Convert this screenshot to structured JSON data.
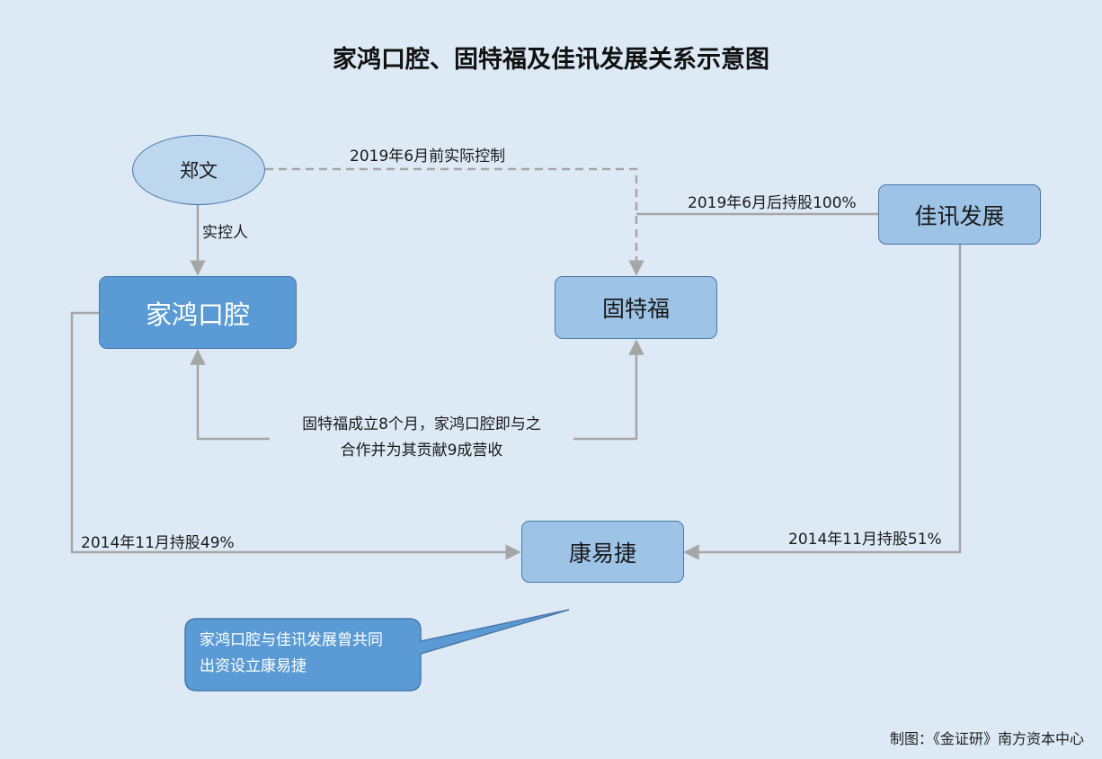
{
  "title": "家鸿口腔、固特福及佳讯发展关系示意图",
  "nodes": {
    "zhengwen": "郑文",
    "jiahong": "家鸿口腔",
    "gutefu": "固特福",
    "jiaxun": "佳讯发展",
    "kangyijie": "康易捷"
  },
  "edges": {
    "actual_controller": "实控人",
    "before_2019": "2019年6月前实际控制",
    "after_2019": "2019年6月后持股100%",
    "cooperation_line1": "固特福成立8个月，家鸿口腔即与之",
    "cooperation_line2": "合作并为其贡献9成营收",
    "stake_49": "2014年11月持股49%",
    "stake_51": "2014年11月持股51%"
  },
  "callout": {
    "line1": "家鸿口腔与佳讯发展曾共同",
    "line2": "出资设立康易捷"
  },
  "credit": "制图：《金证研》南方资本中心",
  "colors": {
    "background": "#ddeaf6",
    "node_dark": "#5b9bd5",
    "node_light": "#9dc3e6",
    "ellipse": "#bdd7ee",
    "connector": "#a6a6a6"
  }
}
